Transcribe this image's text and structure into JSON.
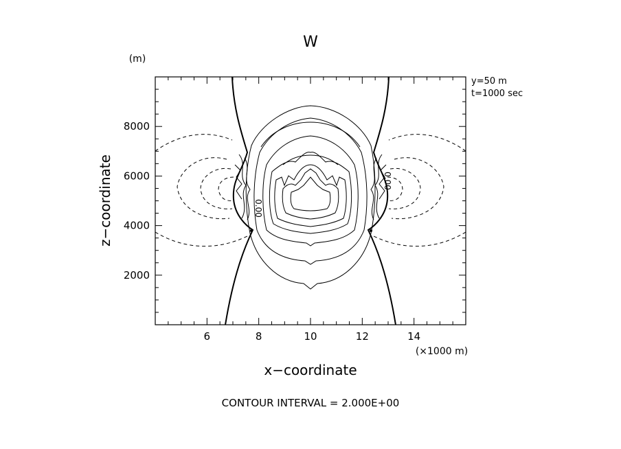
{
  "chart_data": {
    "type": "contour",
    "title": "W",
    "xlabel": "x−coordinate",
    "ylabel": "z−coordinate",
    "x_unit_label": "(×1000 m)",
    "y_unit_label": "(m)",
    "info_lines": [
      "y=50  m",
      "t=1000  sec"
    ],
    "footer": "CONTOUR INTERVAL = 2.000E+00",
    "xlim": [
      4,
      16
    ],
    "ylim": [
      0,
      10000
    ],
    "x_ticks": [
      6,
      8,
      10,
      12,
      14
    ],
    "x_tick_labels": [
      "6",
      "8",
      "10",
      "12",
      "14"
    ],
    "y_ticks": [
      2000,
      4000,
      6000,
      8000
    ],
    "y_tick_labels": [
      "2000",
      "4000",
      "6000",
      "8000"
    ],
    "x_minor_step": 0.5,
    "y_minor_step": 500,
    "contour_labels": [
      "0.00",
      "0.00"
    ],
    "line_color": "#000000"
  }
}
